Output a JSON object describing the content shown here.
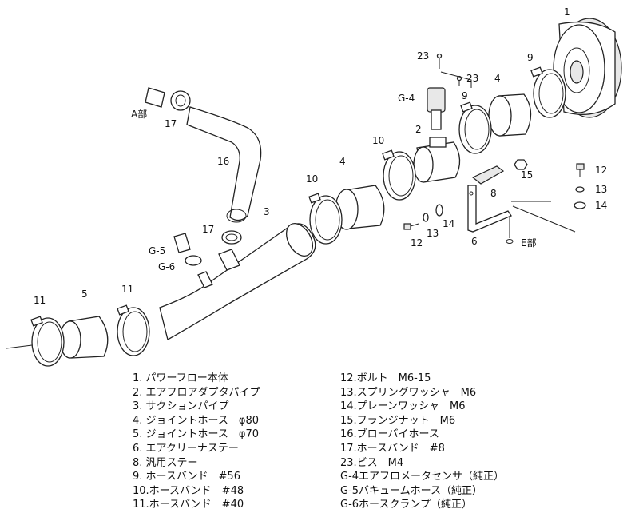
{
  "callouts": {
    "n1": "1",
    "n9a": "9",
    "n4a": "4",
    "n23a": "23",
    "n23b": "23",
    "n9b": "9",
    "g4": "G-4",
    "n2": "2",
    "n10a": "10",
    "n4b": "4",
    "n10b": "10",
    "n15": "15",
    "n12a": "12",
    "n13a": "13",
    "n14a": "14",
    "n8": "8",
    "n14b": "14",
    "n13b": "13",
    "n12b": "12",
    "n6": "6",
    "e_part": "E部",
    "a_part": "A部",
    "n17a": "17",
    "n16": "16",
    "n3": "3",
    "n17b": "17",
    "g5": "G-5",
    "g6": "G-6",
    "n11a": "11",
    "n5": "5",
    "n11b": "11"
  },
  "legend_left": [
    "1. パワーフロー本体",
    "2. エアフロアダプタパイプ",
    "3. サクションパイプ",
    "4. ジョイントホース　φ80",
    "5. ジョイントホース　φ70",
    "6. エアクリーナステー",
    "8. 汎用ステー",
    "9. ホースバンド　#56",
    "10.ホースバンド　#48",
    "11.ホースバンド　#40"
  ],
  "legend_right": [
    "12.ボルト　M6-15",
    "13.スプリングワッシャ　M6",
    "14.プレーンワッシャ　M6",
    "15.フランジナット　M6",
    "16.ブローバイホース",
    "17.ホースバンド　#8",
    "23.ビス　M4",
    "G-4エアフロメータセンサ（純正）",
    "G-5バキュームホース（純正）",
    "G-6ホースクランプ（純正）"
  ]
}
